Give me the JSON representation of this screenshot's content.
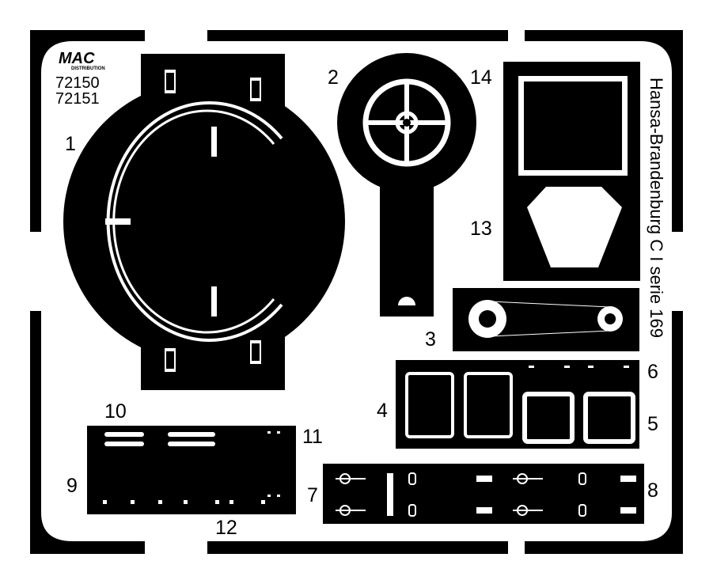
{
  "sheet": {
    "brand": "MAC",
    "brand_sub": "DISTRIBUTION",
    "codes": [
      "72150",
      "72151"
    ],
    "title": "Hansa-Brandenburg C I serie 169"
  },
  "part_numbers": [
    "1",
    "2",
    "3",
    "4",
    "5",
    "6",
    "7",
    "8",
    "9",
    "10",
    "11",
    "12",
    "13",
    "14"
  ],
  "colors": {
    "metal": "#000000",
    "etch": "#ffffff",
    "background": "#ffffff"
  }
}
